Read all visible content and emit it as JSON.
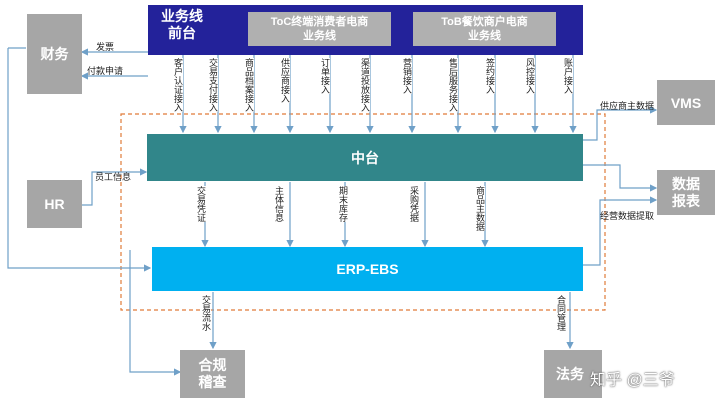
{
  "top_bar": {
    "title": "业务线\n前台",
    "toc": "ToC终端消费者电商\n业务线",
    "tob": "ToB餐饮商户电商\n业务线"
  },
  "side_boxes": {
    "finance": "财务",
    "hr": "HR",
    "vms": "VMS",
    "reports": "数据\n报表",
    "compliance": "合规\n稽查",
    "legal": "法务"
  },
  "finance_labels": [
    "发票",
    "付款申请"
  ],
  "front_links": [
    "客户认证接入",
    "交易支付接入",
    "商品档案接入",
    "供应商接入",
    "订单接入",
    "渠道投放接入",
    "营销接入",
    "售后服务接入",
    "签约接入",
    "风控接入",
    "账户接入"
  ],
  "middle": "中台",
  "erp": "ERP-EBS",
  "mid_erp_links": [
    "交易凭证",
    "主体信息",
    "期末库存",
    "采购凭据",
    "商品主数据"
  ],
  "labels": {
    "employee": "员工信息",
    "supplier": "供应商主数据",
    "operations": "经营数据提取",
    "trade_flow": "交易流水",
    "contract": "合同管理"
  },
  "watermark": "知乎 @三爷",
  "colors": {
    "top_bar": "#23229a",
    "middle": "#31868a",
    "erp": "#00b0f0",
    "box": "#a6a6a6",
    "line": "#6fa0c8",
    "dash": "#e07b39"
  }
}
